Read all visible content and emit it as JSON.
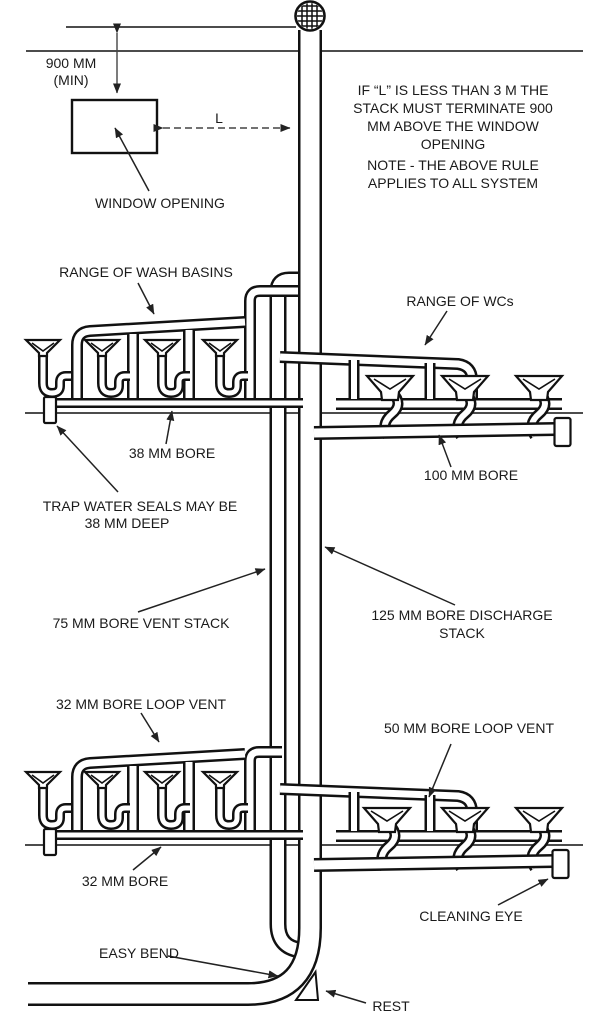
{
  "diagram_title": "Loop-vented two-stack drainage system diagram",
  "ink_color": "#111111",
  "background_color": "#ffffff",
  "labels": {
    "dim900": "900 MM",
    "dimMin": "(MIN)",
    "dimL": "L",
    "windowOpening": "WINDOW OPENING",
    "rangeWashBasins": "RANGE OF WASH BASINS",
    "rangeWcs": "RANGE OF WCs",
    "bore38": "38 MM BORE",
    "bore100": "100 MM BORE",
    "trapSeals1": "TRAP WATER SEALS MAY BE",
    "trapSeals2": "38 MM DEEP",
    "ventStack75": "75 MM BORE VENT STACK",
    "discharge1": "125 MM BORE DISCHARGE",
    "discharge2": "STACK",
    "loopVent32": "32 MM BORE LOOP VENT",
    "loopVent50": "50 MM BORE LOOP VENT",
    "bore32": "32 MM BORE",
    "cleaningEye": "CLEANING EYE",
    "easyBend": "EASY BEND",
    "rest": "REST"
  },
  "rule": [
    "IF “L” IS LESS THAN 3 M THE",
    "STACK MUST TERMINATE 900",
    "MM ABOVE THE WINDOW",
    "OPENING"
  ],
  "note": [
    "NOTE - THE ABOVE RULE",
    "APPLIES TO ALL SYSTEM"
  ]
}
